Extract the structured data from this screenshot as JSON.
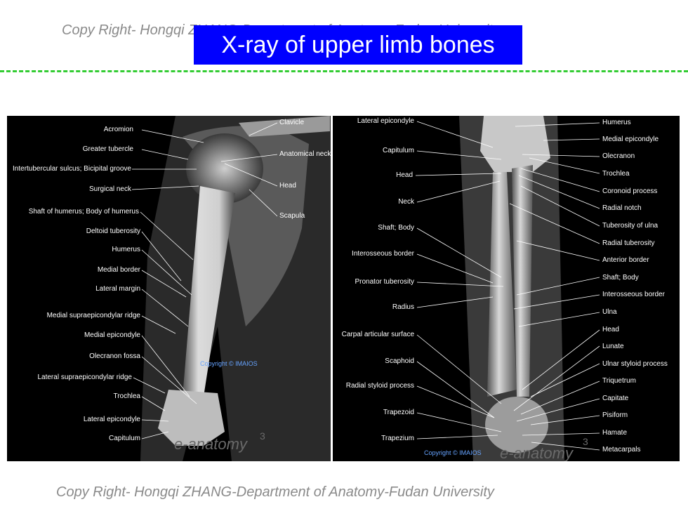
{
  "header": {
    "copyright": "Copy Right- Hongqi ZHANG-Department of Anatomy-Fudan University",
    "title": "X-ray of upper limb bones"
  },
  "left_panel": {
    "labels_left": [
      "Acromion",
      "Greater tubercle",
      "Intertubercular sulcus; Bicipital groove",
      "Surgical neck",
      "Shaft of humerus; Body of humerus",
      "Deltoid tuberosity",
      "Humerus",
      "Medial border",
      "Lateral margin",
      "Medial supraepicondylar ridge",
      "Medial epicondyle",
      "Olecranon fossa",
      "Lateral supraepicondylar ridge",
      "Trochlea",
      "Lateral epicondyle",
      "Capitulum"
    ],
    "labels_right": [
      "Clavicle",
      "Anatomical neck",
      "Head",
      "Scapula"
    ],
    "watermark": "Copyright © IMAIOS",
    "logo": "e-anatomy",
    "number": "3"
  },
  "right_panel": {
    "labels_left": [
      "Lateral epicondyle",
      "Capitulum",
      "Head",
      "Neck",
      "Shaft; Body",
      "Interosseous border",
      "Pronator tuberosity",
      "Radius",
      "Carpal articular surface",
      "Scaphoid",
      "Radial styloid process",
      "Trapezoid",
      "Trapezium"
    ],
    "labels_right": [
      "Humerus",
      "Medial epicondyle",
      "Olecranon",
      "Trochlea",
      "Coronoid process",
      "Radial notch",
      "Tuberosity of ulna",
      "Radial tuberosity",
      "Anterior border",
      "Shaft; Body",
      "Interosseous border",
      "Ulna",
      "Head",
      "Lunate",
      "Ulnar styloid process",
      "Triquetrum",
      "Capitate",
      "Pisiform",
      "Hamate",
      "Metacarpals"
    ],
    "watermark": "Copyright © IMAIOS",
    "logo": "e-anatomy",
    "number": "3"
  },
  "footer": {
    "copyright": "Copy Right- Hongqi ZHANG-Department of Anatomy-Fudan University"
  }
}
